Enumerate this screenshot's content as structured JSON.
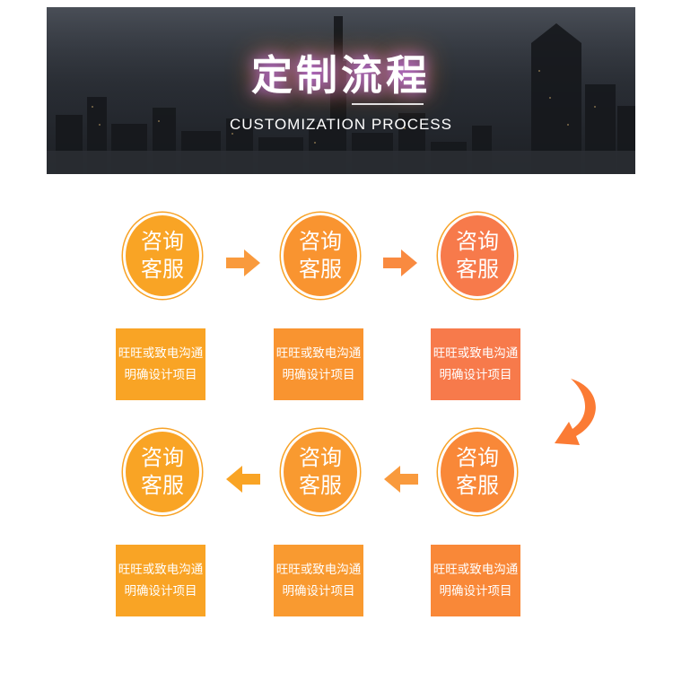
{
  "banner": {
    "title": "定制流程",
    "subtitle": "CUSTOMIZATION PROCESS"
  },
  "colors": {
    "orange_light": "#f9a425",
    "orange_mid": "#f98e38",
    "orange_red": "#f77a4b",
    "arrow": "#f99a3d",
    "curve_arrow": "#fb7b34"
  },
  "steps": [
    {
      "circle_line1": "咨询",
      "circle_line2": "客服",
      "box_line1": "旺旺或致电沟通",
      "box_line2": "明确设计项目"
    },
    {
      "circle_line1": "咨询",
      "circle_line2": "客服",
      "box_line1": "旺旺或致电沟通",
      "box_line2": "明确设计项目"
    },
    {
      "circle_line1": "咨询",
      "circle_line2": "客服",
      "box_line1": "旺旺或致电沟通",
      "box_line2": "明确设计项目"
    },
    {
      "circle_line1": "咨询",
      "circle_line2": "客服",
      "box_line1": "旺旺或致电沟通",
      "box_line2": "明确设计项目"
    },
    {
      "circle_line1": "咨询",
      "circle_line2": "客服",
      "box_line1": "旺旺或致电沟通",
      "box_line2": "明确设计项目"
    },
    {
      "circle_line1": "咨询",
      "circle_line2": "客服",
      "box_line1": "旺旺或致电沟通",
      "box_line2": "明确设计项目"
    }
  ]
}
